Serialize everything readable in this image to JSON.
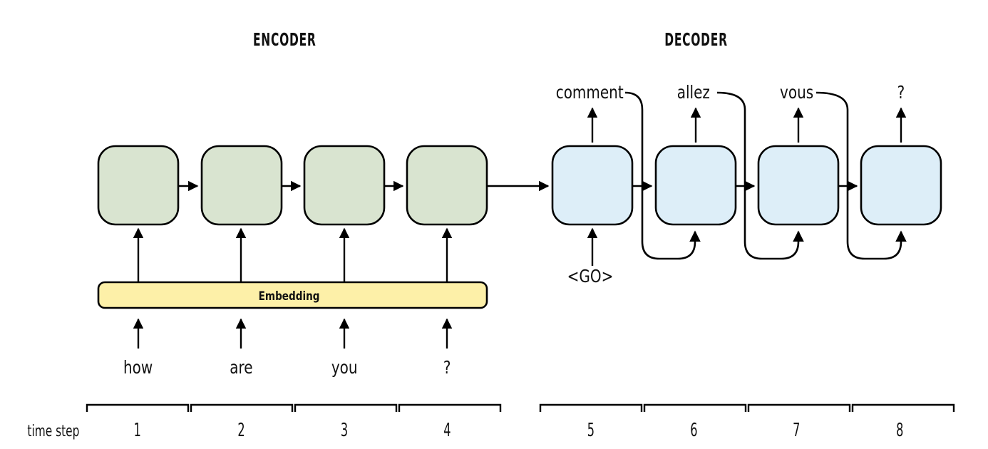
{
  "diagram": {
    "title_encoder": "ENCODER",
    "title_decoder": "DECODER",
    "embedding_label": "Embedding",
    "time_step_label": "time step",
    "colors": {
      "encoder_cell": "#d9e4d0",
      "decoder_cell": "#ddeef8",
      "embedding_bar": "#fdf0a8",
      "stroke": "#000000",
      "background": "#ffffff"
    }
  },
  "encoder": {
    "cells": [
      {
        "index": 1,
        "input_word": "how"
      },
      {
        "index": 2,
        "input_word": "are"
      },
      {
        "index": 3,
        "input_word": "you"
      },
      {
        "index": 4,
        "input_word": "?"
      }
    ],
    "input_words": [
      "how",
      "are",
      "you",
      "?"
    ]
  },
  "decoder": {
    "cells": [
      {
        "index": 1,
        "output_word": "comment",
        "input_word": "<GO>"
      },
      {
        "index": 2,
        "output_word": "allez",
        "input_word": "comment"
      },
      {
        "index": 3,
        "output_word": "vous",
        "input_word": "allez"
      },
      {
        "index": 4,
        "output_word": "?",
        "input_word": "vous"
      }
    ],
    "output_words": [
      "comment",
      "allez",
      "vous",
      "?"
    ],
    "start_token": "<GO>"
  },
  "time_axis": {
    "label": "time step",
    "steps": [
      "1",
      "2",
      "3",
      "4",
      "5",
      "6",
      "7",
      "8"
    ]
  }
}
